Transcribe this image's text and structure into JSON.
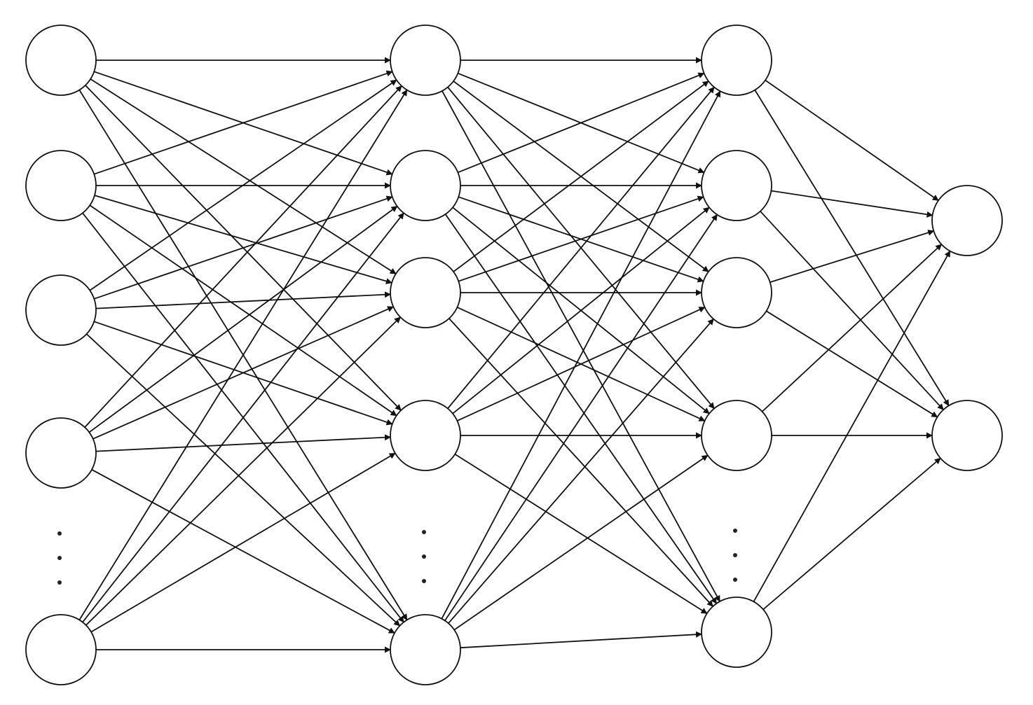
{
  "diagram": {
    "type": "feed-forward neural network",
    "layers": [
      {
        "id": "layer-1",
        "visible_nodes": 5,
        "has_ellipsis": true
      },
      {
        "id": "layer-2",
        "visible_nodes": 5,
        "has_ellipsis": true
      },
      {
        "id": "layer-3",
        "visible_nodes": 5,
        "has_ellipsis": true
      },
      {
        "id": "layer-4",
        "visible_nodes": 2,
        "has_ellipsis": false
      }
    ],
    "connectivity": "fully-connected",
    "edge_direction": "left-to-right",
    "node_fill": "#ffffff",
    "stroke_color": "#111111",
    "background": "#ffffff"
  }
}
